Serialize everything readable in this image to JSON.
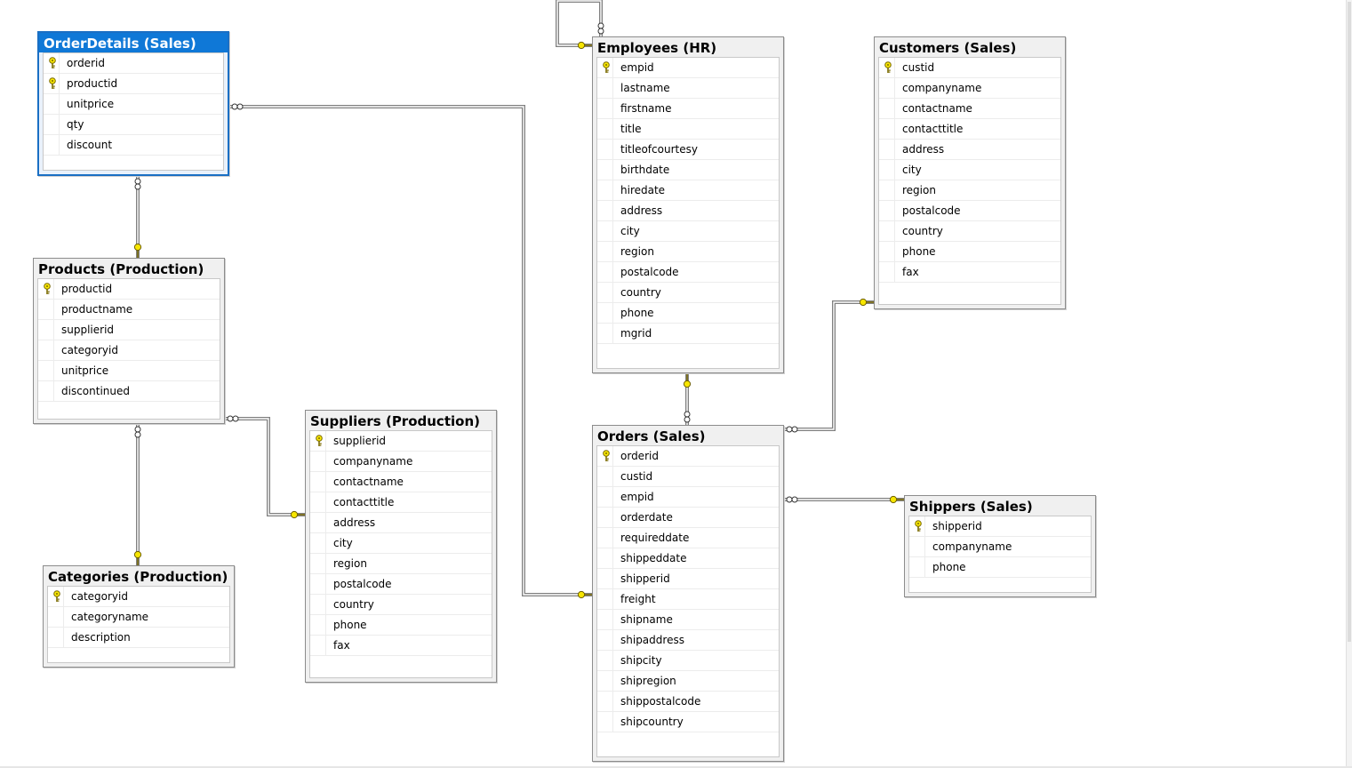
{
  "colors": {
    "selected_title_bg": "#0f78d7",
    "key_yellow": "#f7e600",
    "connector_gray": "#808080"
  },
  "tables": [
    {
      "id": "orderdetails",
      "title": "OrderDetails (Sales)",
      "selected": true,
      "columns": [
        {
          "name": "orderid",
          "key": true
        },
        {
          "name": "productid",
          "key": true
        },
        {
          "name": "unitprice",
          "key": false
        },
        {
          "name": "qty",
          "key": false
        },
        {
          "name": "discount",
          "key": false
        }
      ]
    },
    {
      "id": "products",
      "title": "Products (Production)",
      "selected": false,
      "columns": [
        {
          "name": "productid",
          "key": true
        },
        {
          "name": "productname",
          "key": false
        },
        {
          "name": "supplierid",
          "key": false
        },
        {
          "name": "categoryid",
          "key": false
        },
        {
          "name": "unitprice",
          "key": false
        },
        {
          "name": "discontinued",
          "key": false
        }
      ]
    },
    {
      "id": "categories",
      "title": "Categories (Production)",
      "selected": false,
      "columns": [
        {
          "name": "categoryid",
          "key": true
        },
        {
          "name": "categoryname",
          "key": false
        },
        {
          "name": "description",
          "key": false
        }
      ]
    },
    {
      "id": "suppliers",
      "title": "Suppliers (Production)",
      "selected": false,
      "columns": [
        {
          "name": "supplierid",
          "key": true
        },
        {
          "name": "companyname",
          "key": false
        },
        {
          "name": "contactname",
          "key": false
        },
        {
          "name": "contacttitle",
          "key": false
        },
        {
          "name": "address",
          "key": false
        },
        {
          "name": "city",
          "key": false
        },
        {
          "name": "region",
          "key": false
        },
        {
          "name": "postalcode",
          "key": false
        },
        {
          "name": "country",
          "key": false
        },
        {
          "name": "phone",
          "key": false
        },
        {
          "name": "fax",
          "key": false
        }
      ]
    },
    {
      "id": "employees",
      "title": "Employees (HR)",
      "selected": false,
      "columns": [
        {
          "name": "empid",
          "key": true
        },
        {
          "name": "lastname",
          "key": false
        },
        {
          "name": "firstname",
          "key": false
        },
        {
          "name": "title",
          "key": false
        },
        {
          "name": "titleofcourtesy",
          "key": false
        },
        {
          "name": "birthdate",
          "key": false
        },
        {
          "name": "hiredate",
          "key": false
        },
        {
          "name": "address",
          "key": false
        },
        {
          "name": "city",
          "key": false
        },
        {
          "name": "region",
          "key": false
        },
        {
          "name": "postalcode",
          "key": false
        },
        {
          "name": "country",
          "key": false
        },
        {
          "name": "phone",
          "key": false
        },
        {
          "name": "mgrid",
          "key": false
        }
      ]
    },
    {
      "id": "customers",
      "title": "Customers (Sales)",
      "selected": false,
      "columns": [
        {
          "name": "custid",
          "key": true
        },
        {
          "name": "companyname",
          "key": false
        },
        {
          "name": "contactname",
          "key": false
        },
        {
          "name": "contacttitle",
          "key": false
        },
        {
          "name": "address",
          "key": false
        },
        {
          "name": "city",
          "key": false
        },
        {
          "name": "region",
          "key": false
        },
        {
          "name": "postalcode",
          "key": false
        },
        {
          "name": "country",
          "key": false
        },
        {
          "name": "phone",
          "key": false
        },
        {
          "name": "fax",
          "key": false
        }
      ]
    },
    {
      "id": "orders",
      "title": "Orders (Sales)",
      "selected": false,
      "columns": [
        {
          "name": "orderid",
          "key": true
        },
        {
          "name": "custid",
          "key": false
        },
        {
          "name": "empid",
          "key": false
        },
        {
          "name": "orderdate",
          "key": false
        },
        {
          "name": "requireddate",
          "key": false
        },
        {
          "name": "shippeddate",
          "key": false
        },
        {
          "name": "shipperid",
          "key": false
        },
        {
          "name": "freight",
          "key": false
        },
        {
          "name": "shipname",
          "key": false
        },
        {
          "name": "shipaddress",
          "key": false
        },
        {
          "name": "shipcity",
          "key": false
        },
        {
          "name": "shipregion",
          "key": false
        },
        {
          "name": "shippostalcode",
          "key": false
        },
        {
          "name": "shipcountry",
          "key": false
        }
      ]
    },
    {
      "id": "shippers",
      "title": "Shippers (Sales)",
      "selected": false,
      "columns": [
        {
          "name": "shipperid",
          "key": true
        },
        {
          "name": "companyname",
          "key": false
        },
        {
          "name": "phone",
          "key": false
        }
      ]
    }
  ],
  "relationships": [
    {
      "id": "orderdetails-products",
      "many": "orderdetails",
      "one": "products"
    },
    {
      "id": "products-categories",
      "many": "products",
      "one": "categories"
    },
    {
      "id": "products-suppliers",
      "many": "products",
      "one": "suppliers"
    },
    {
      "id": "orderdetails-orders",
      "many": "orderdetails",
      "one": "orders"
    },
    {
      "id": "employees-self",
      "many": "employees",
      "one": "employees"
    },
    {
      "id": "orders-employees",
      "many": "orders",
      "one": "employees"
    },
    {
      "id": "orders-customers",
      "many": "orders",
      "one": "customers"
    },
    {
      "id": "orders-shippers",
      "many": "orders",
      "one": "shippers"
    }
  ]
}
